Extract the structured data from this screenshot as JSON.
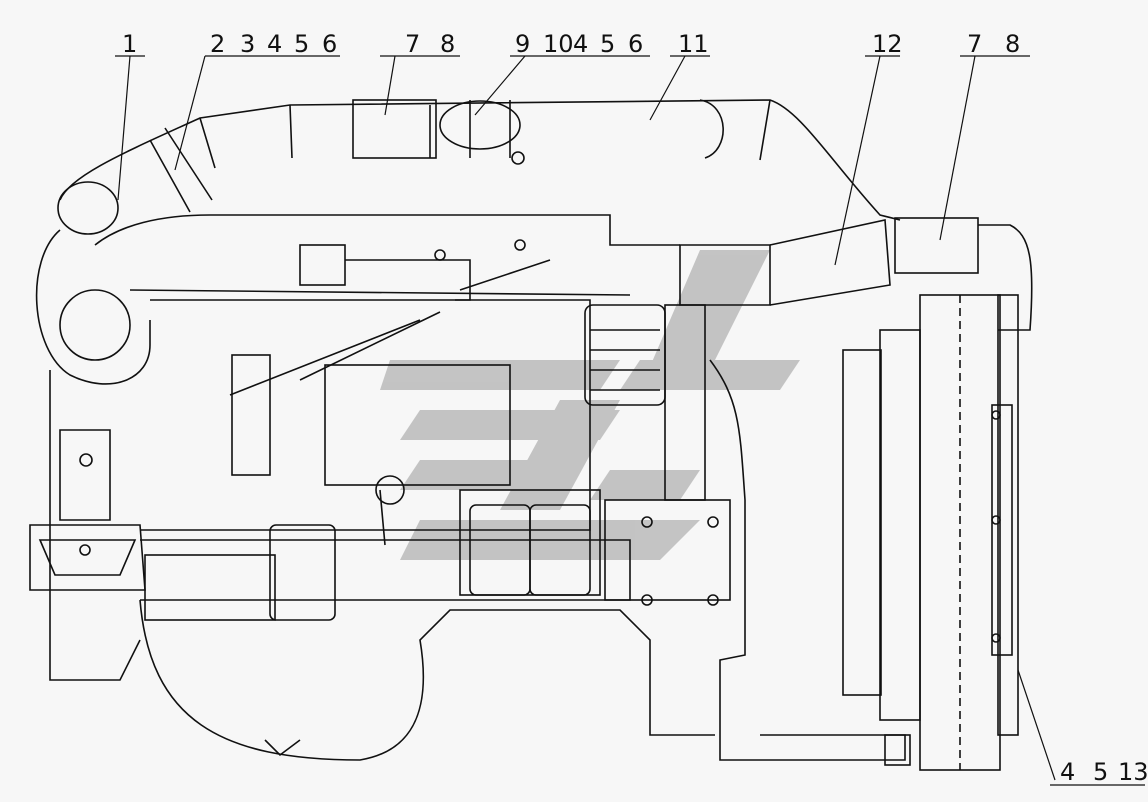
{
  "diagram": {
    "top_labels": [
      {
        "id": "c1",
        "text": "1"
      },
      {
        "id": "c2",
        "text": "2"
      },
      {
        "id": "c3",
        "text": "3"
      },
      {
        "id": "c4",
        "text": "4"
      },
      {
        "id": "c5",
        "text": "5"
      },
      {
        "id": "c6",
        "text": "6"
      },
      {
        "id": "c7",
        "text": "7"
      },
      {
        "id": "c8",
        "text": "8"
      },
      {
        "id": "c9",
        "text": "9"
      },
      {
        "id": "c10",
        "text": "10"
      },
      {
        "id": "c4b",
        "text": "4"
      },
      {
        "id": "c5b",
        "text": "5"
      },
      {
        "id": "c6b",
        "text": "6"
      },
      {
        "id": "c11",
        "text": "11"
      },
      {
        "id": "c12",
        "text": "12"
      },
      {
        "id": "c7b",
        "text": "7"
      },
      {
        "id": "c8b",
        "text": "8"
      }
    ],
    "bottom_labels": [
      {
        "id": "b4",
        "text": "4"
      },
      {
        "id": "b5",
        "text": "5"
      },
      {
        "id": "b13",
        "text": "13"
      }
    ],
    "colors": {
      "line": "#111111",
      "background": "#f7f7f7",
      "watermark": "#9a9a9a"
    }
  }
}
